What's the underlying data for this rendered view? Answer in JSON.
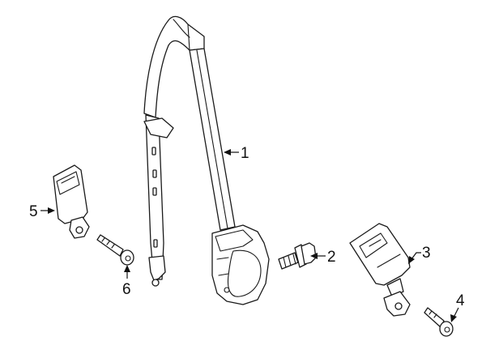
{
  "diagram": {
    "background_color": "#ffffff",
    "line_color": "#1a1a1a",
    "callouts": [
      {
        "id": "callout-1",
        "text": "1"
      },
      {
        "id": "callout-2",
        "text": "2"
      },
      {
        "id": "callout-3",
        "text": "3"
      },
      {
        "id": "callout-4",
        "text": "4"
      },
      {
        "id": "callout-5",
        "text": "5"
      },
      {
        "id": "callout-6",
        "text": "6"
      }
    ]
  }
}
